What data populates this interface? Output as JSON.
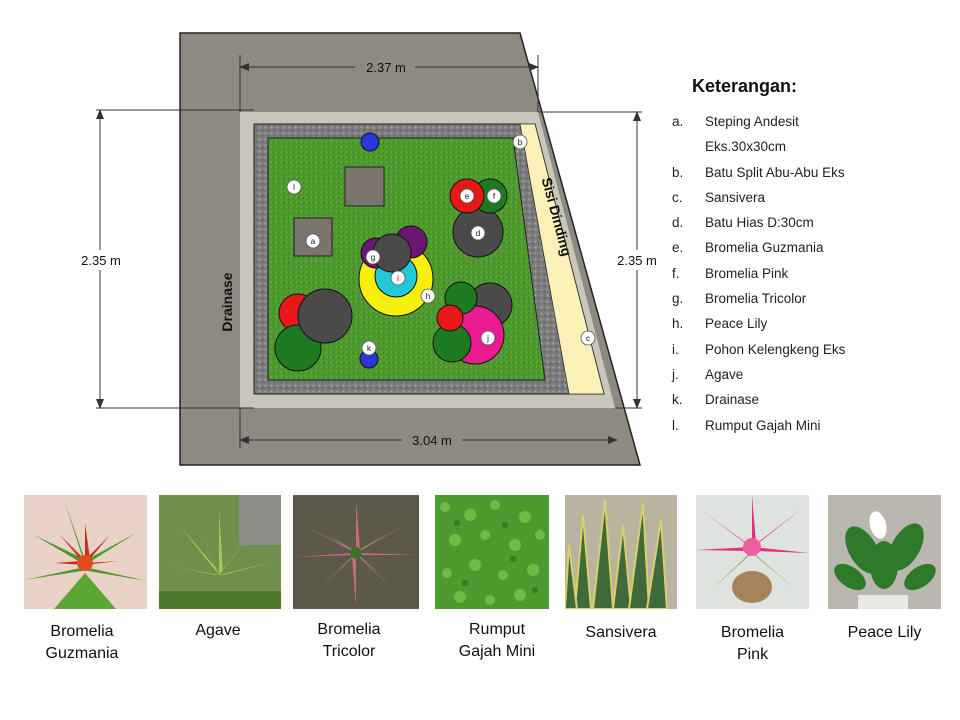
{
  "dimensions": {
    "top": "2.37 m",
    "left": "2.35 m",
    "right": "2.35 m",
    "bottom": "3.04 m"
  },
  "labels": {
    "drainase": "Drainase",
    "sisi_dinding": "Sisi Dinding"
  },
  "markers": {
    "a": "a",
    "b": "b",
    "c": "c",
    "d": "d",
    "e": "e",
    "f": "f",
    "g": "g",
    "h": "h",
    "i": "i",
    "j": "j",
    "k": "k",
    "l": "l"
  },
  "legend": {
    "title": "Keterangan:",
    "items": [
      {
        "key": "a.",
        "text": "Steping Andesit"
      },
      {
        "key": "",
        "text": "Eks.30x30cm"
      },
      {
        "key": "b.",
        "text": "Batu Split Abu-Abu Eks"
      },
      {
        "key": "c.",
        "text": "Sansivera"
      },
      {
        "key": "d.",
        "text": "Batu Hias D:30cm"
      },
      {
        "key": "e.",
        "text": "Bromelia Guzmania"
      },
      {
        "key": "f.",
        "text": "Bromelia Pink"
      },
      {
        "key": "g.",
        "text": "Bromelia Tricolor"
      },
      {
        "key": "h.",
        "text": "Peace Lily"
      },
      {
        "key": "i.",
        "text": "Pohon Kelengkeng Eks"
      },
      {
        "key": "j.",
        "text": "Agave"
      },
      {
        "key": "k.",
        "text": "Drainase"
      },
      {
        "key": "l.",
        "text": "Rumput Gajah Mini"
      }
    ]
  },
  "photos": [
    {
      "caption_line1": "Bromelia",
      "caption_line2": "Guzmania"
    },
    {
      "caption_line1": "Agave",
      "caption_line2": ""
    },
    {
      "caption_line1": "Bromelia",
      "caption_line2": "Tricolor"
    },
    {
      "caption_line1": "Rumput",
      "caption_line2": "Gajah Mini"
    },
    {
      "caption_line1": "Sansivera",
      "caption_line2": ""
    },
    {
      "caption_line1": "Bromelia",
      "caption_line2": "Pink"
    },
    {
      "caption_line1": "Peace Lily",
      "caption_line2": ""
    }
  ],
  "colors": {
    "concrete": "#8e8a82",
    "border": "#c9c7bb",
    "gravel": "#7c7c7c",
    "grass": "#4f9a2f",
    "wall_strip": "#fbf0b6",
    "stone": "#4a4a4a",
    "red": "#e81818",
    "dark_green": "#1e7a22",
    "purple": "#6b1670",
    "yellow": "#f6ef10",
    "cyan": "#22c8d6",
    "magenta": "#ea1a90",
    "blue": "#2a36d8"
  }
}
